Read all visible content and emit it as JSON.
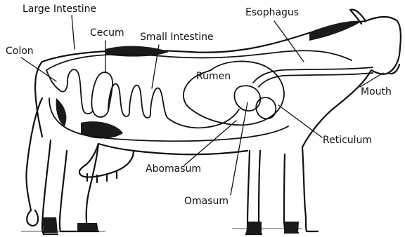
{
  "diagram": {
    "labels": {
      "large_intestine": "Large Intestine",
      "esophagus": "Esophagus",
      "cecum": "Cecum",
      "small_intestine": "Small Intestine",
      "colon": "Colon",
      "rumen": "Rumen",
      "mouth": "Mouth",
      "reticulum": "Reticulum",
      "abomasum": "Abomasum",
      "omasum": "Omasum"
    },
    "colors": {
      "ink": "#111111",
      "spots": "#1a1a1a",
      "background": "#ffffff"
    }
  }
}
